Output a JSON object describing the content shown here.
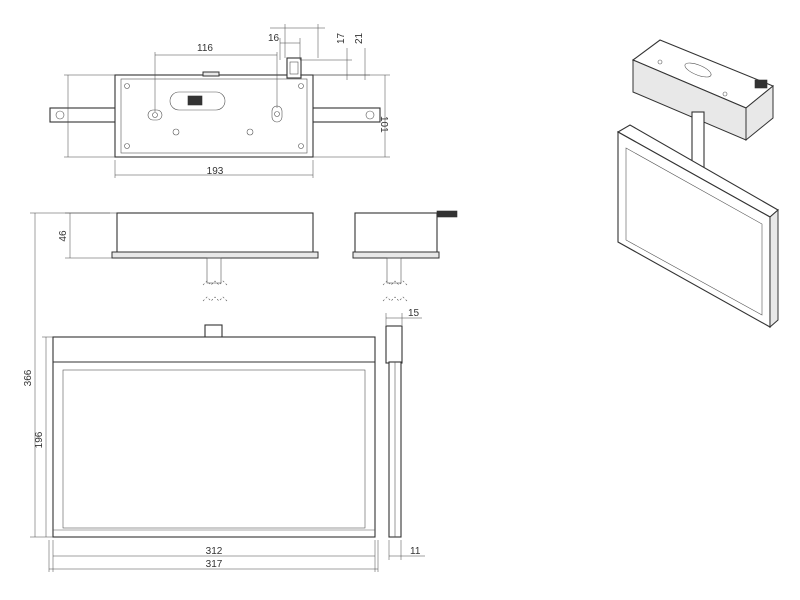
{
  "dimensions": {
    "top_width": "116",
    "bracket_offset": "16",
    "bracket_h1": "17",
    "bracket_h2": "21",
    "base_depth": "101",
    "base_length": "193",
    "base_height": "46",
    "spacer_width": "15",
    "total_height": "366",
    "panel_height": "196",
    "panel_inner_width": "312",
    "panel_outer_width": "317",
    "panel_thickness": "11"
  }
}
